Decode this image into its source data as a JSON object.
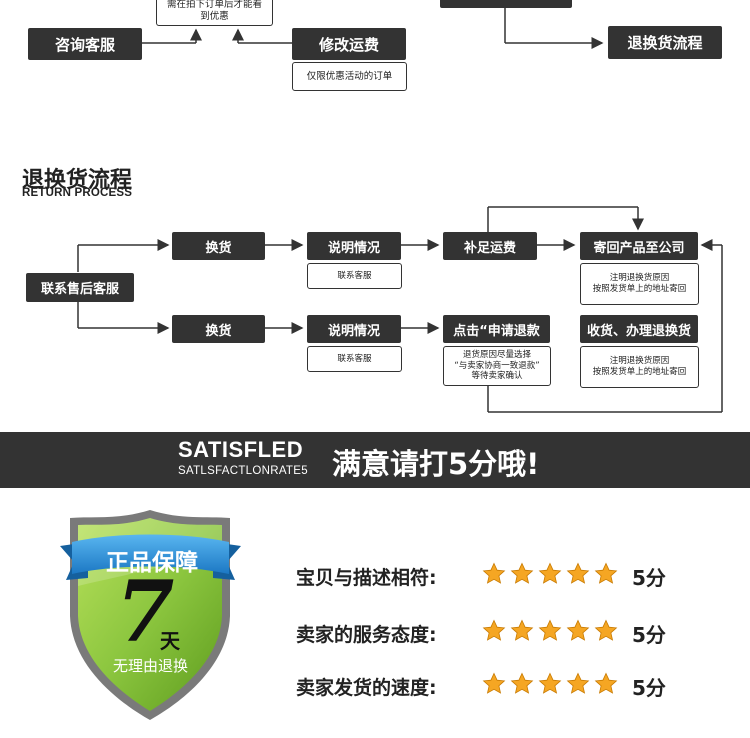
{
  "top": {
    "note_text": "需在拍下订单后才能看到优惠",
    "consult_label": "咨询客服",
    "modify_label": "修改运费",
    "modify_note": "仅限优惠活动的订单",
    "return_flow_label": "退换货流程"
  },
  "process": {
    "title": "退换货流程",
    "subtitle": "RETURN PROCESS",
    "contact_label": "联系售后客服",
    "row1": {
      "exchange": "换货",
      "explain": "说明情况",
      "explain_note": "联系客服",
      "shipping": "补足运费",
      "send_back": "寄回产品至公司",
      "send_back_note": "注明退换货原因\n按照发货单上的地址寄回"
    },
    "row2": {
      "exchange": "换货",
      "explain": "说明情况",
      "explain_note": "联系客服",
      "apply": "点击“申请退款",
      "apply_note": "退货原因尽量选择\n“与卖家协商一致退款”\n等待卖家确认",
      "receive": "收货、办理退换货",
      "receive_note": "注明退换货原因\n按照发货单上的地址寄回"
    }
  },
  "banner": {
    "title_en": "SATISFLED",
    "subtitle_en": "SATLSFACTLONRATE5",
    "title_cn": "满意请打5分哦!"
  },
  "shield": {
    "ribbon_text": "正品保障",
    "big_number": "7",
    "day_text": "天",
    "bottom_text": "无理由退换",
    "colors": {
      "green": "#8cc63f",
      "ribbon": "#2a8fd8",
      "dark": "#1a1a1a"
    }
  },
  "ratings": [
    {
      "label": "宝贝与描述相符:",
      "stars": 5,
      "score": "5分"
    },
    {
      "label": "卖家的服务态度:",
      "stars": 5,
      "score": "5分"
    },
    {
      "label": "卖家发货的速度:",
      "stars": 5,
      "score": "5分"
    }
  ],
  "colors": {
    "dark_box": "#333333",
    "star_gold": "#f5a623"
  }
}
